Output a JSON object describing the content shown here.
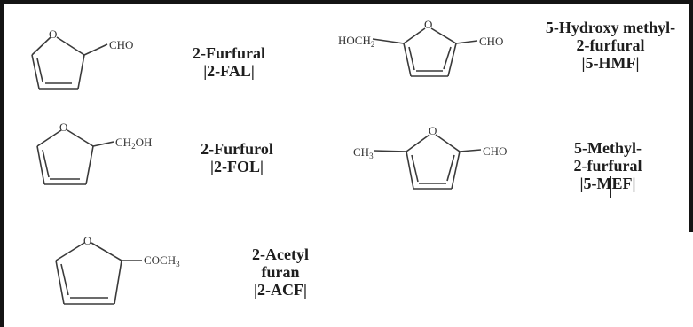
{
  "compounds": [
    {
      "id": "2-fal",
      "name_lines": [
        "2-Furfural",
        "|2-FAL|"
      ],
      "substituent": "CHO",
      "oxygen": "O"
    },
    {
      "id": "5-hmf",
      "name_lines": [
        "5-Hydroxy methyl-",
        "2-furfural",
        "|5-HMF|"
      ],
      "substituent_left": "HOCH",
      "substituent_left_sub": "2",
      "substituent": "CHO",
      "oxygen": "O"
    },
    {
      "id": "2-fol",
      "name_lines": [
        "2-Furfurol",
        "|2-FOL|"
      ],
      "substituent_main": "CH",
      "substituent_sub": "2",
      "substituent_tail": "OH",
      "oxygen": "O"
    },
    {
      "id": "5-mef",
      "name_lines": [
        "5-Methyl-",
        "2-furfural",
        "|5-MEF|"
      ],
      "substituent_left": "CH",
      "substituent_left_sub": "3",
      "substituent": "CHO",
      "oxygen": "O"
    },
    {
      "id": "2-acf",
      "name_lines": [
        "2-Acetyl",
        "furan",
        "|2-ACF|"
      ],
      "substituent_main": "COCH",
      "substituent_sub": "3",
      "oxygen": "O"
    }
  ]
}
